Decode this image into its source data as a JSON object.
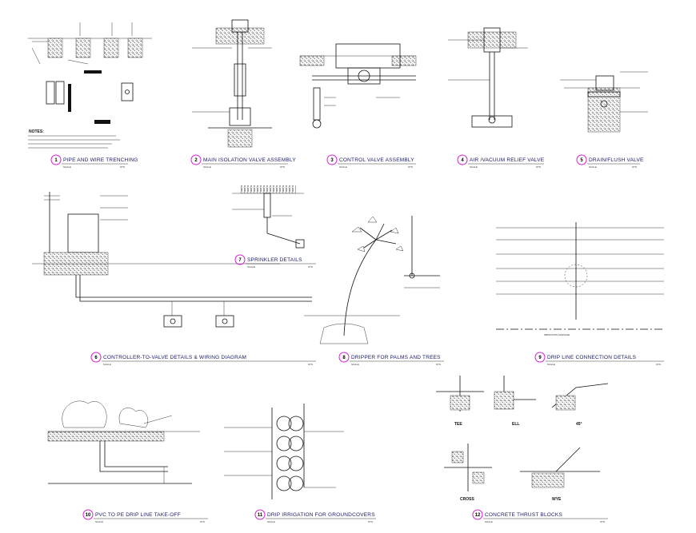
{
  "details": [
    {
      "num": "1",
      "title": "PIPE AND WIRE TRENCHING"
    },
    {
      "num": "2",
      "title": "MAIN ISOLATION VALVE ASSEMBLY"
    },
    {
      "num": "3",
      "title": "CONTROL VALVE ASSEMBLY"
    },
    {
      "num": "4",
      "title": "AIR /VACUUM RELIEF VALVE"
    },
    {
      "num": "5",
      "title": "DRAIN/FLUSH VALVE"
    },
    {
      "num": "6",
      "title": "CONTROLLER-TO-VALVE DETAILS & WIRING DIAGRAM"
    },
    {
      "num": "7",
      "title": "SPRINKLER DETAILS"
    },
    {
      "num": "8",
      "title": "DRIPPER FOR PALMS AND TREES"
    },
    {
      "num": "9",
      "title": "DRIP LINE CONNECTION DETAILS"
    },
    {
      "num": "10",
      "title": "PVC TO PE DRIP LINE TAKE-OFF"
    },
    {
      "num": "11",
      "title": "DRIP IRRIGATION FOR GROUNDCOVERS"
    },
    {
      "num": "12",
      "title": "CONCRETE THRUST BLOCKS"
    }
  ],
  "scale_label": "SCALE",
  "nts_label": "NTS",
  "notes_heading": "NOTES:",
  "thrust_labels": {
    "tee": "TEE",
    "ell": "ELL",
    "bend45": "45°",
    "cross": "CROSS",
    "wye": "WYE"
  },
  "drip_line_label": "IRRIGATION MAINLINE",
  "colors": {
    "title": "#1a1a66",
    "badge": "#d61fd6",
    "line": "#111111"
  }
}
